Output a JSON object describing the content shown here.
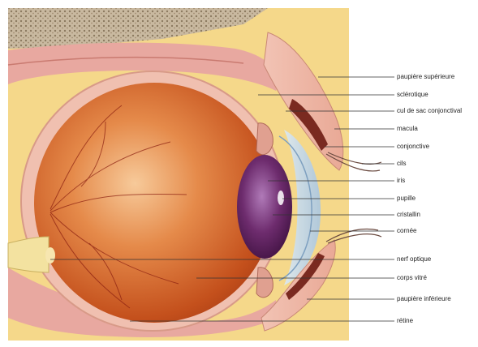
{
  "labels": [
    "paupière supérieure",
    "sclérotique",
    "cul de sac conjonctival",
    "macula",
    "conjonctive",
    "cils",
    "iris",
    "pupille",
    "cristallin",
    "cornée",
    "nerf optique",
    "corps vitré",
    "paupière inférieure",
    "rétine"
  ],
  "colors": {
    "fat": "#f5d88a",
    "muscle": "#e8a8a0",
    "globe": "#c8501a",
    "iris": "#6a2a6a",
    "cornea": "#c8dff0",
    "nerve": "#f3e2a0"
  }
}
